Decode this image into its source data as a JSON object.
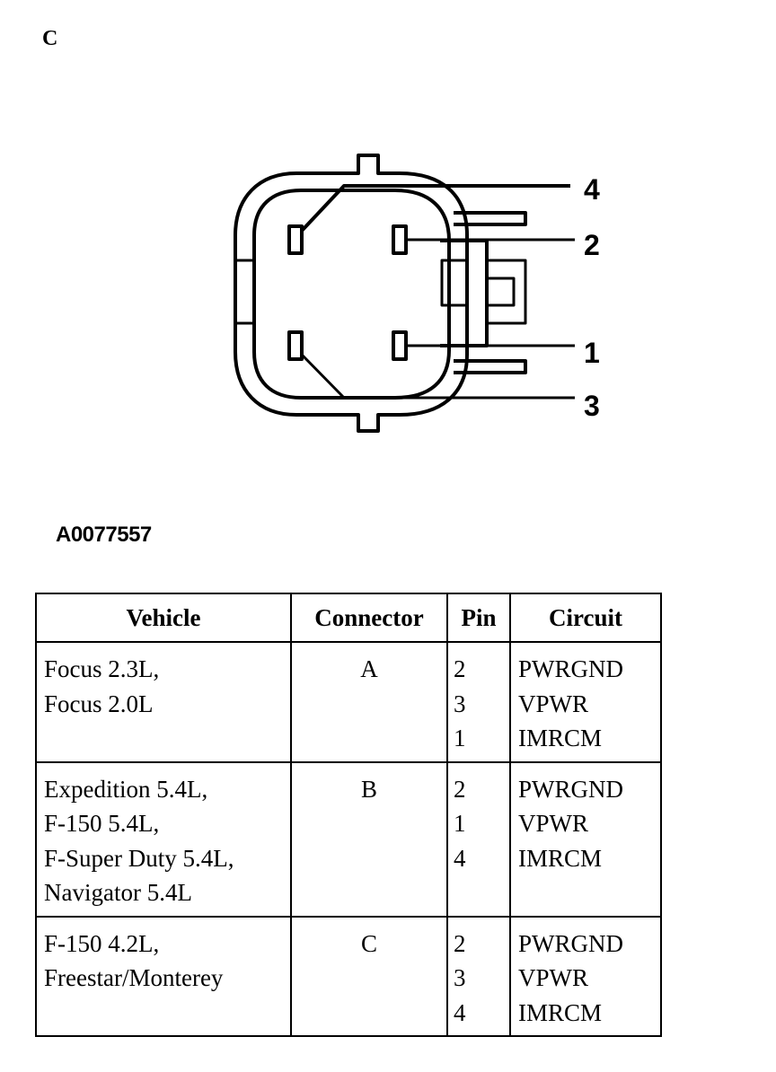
{
  "panel_label": "C",
  "figure_id": "A0077557",
  "connector_pins": [
    "4",
    "2",
    "1",
    "3"
  ],
  "table": {
    "headers": [
      "Vehicle",
      "Connector",
      "Pin",
      "Circuit"
    ],
    "rows": [
      {
        "vehicle": [
          "Focus 2.3L,",
          "Focus 2.0L"
        ],
        "connector": "A",
        "pins": [
          "2",
          "3",
          "1"
        ],
        "circuits": [
          "PWRGND",
          "VPWR",
          "IMRCM"
        ]
      },
      {
        "vehicle": [
          "Expedition 5.4L,",
          "F-150 5.4L,",
          "F-Super Duty 5.4L,",
          "Navigator 5.4L"
        ],
        "connector": "B",
        "pins": [
          "2",
          "1",
          "4"
        ],
        "circuits": [
          "PWRGND",
          "VPWR",
          "IMRCM"
        ]
      },
      {
        "vehicle": [
          "F-150 4.2L,",
          "Freestar/Monterey"
        ],
        "connector": "C",
        "pins": [
          "2",
          "3",
          "4"
        ],
        "circuits": [
          "PWRGND",
          "VPWR",
          "IMRCM"
        ]
      }
    ]
  }
}
